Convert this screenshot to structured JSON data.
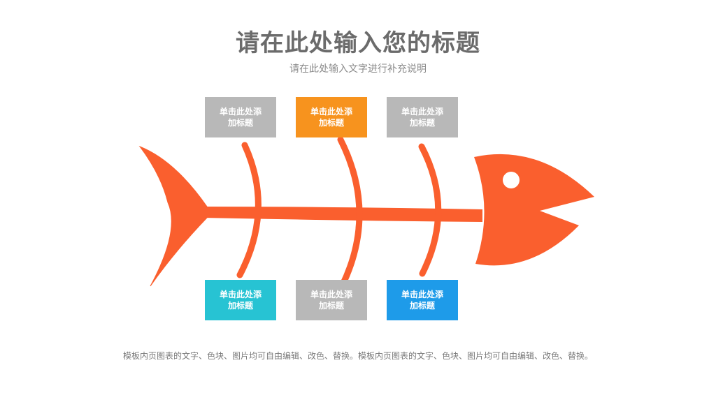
{
  "header": {
    "title": "请在此处输入您的标题",
    "subtitle": "请在此处输入文字进行补充说明"
  },
  "boxes": [
    {
      "label": "单击此处添\n加标题",
      "color": "#b8b8b8"
    },
    {
      "label": "单击此处添\n加标题",
      "color": "#f7931e"
    },
    {
      "label": "单击此处添\n加标题",
      "color": "#b8b8b8"
    },
    {
      "label": "单击此处添\n加标题",
      "color": "#27c3d3"
    },
    {
      "label": "单击此处添\n加标题",
      "color": "#b8b8b8"
    },
    {
      "label": "单击此处添\n加标题",
      "color": "#1e9be9"
    }
  ],
  "footer": {
    "text": "模板内页图表的文字、色块、图片均可自由编辑、改色、替换。模板内页图表的文字、色块、图片均可自由编辑、改色、替换。"
  },
  "colors": {
    "fish": "#fa5f2e"
  }
}
